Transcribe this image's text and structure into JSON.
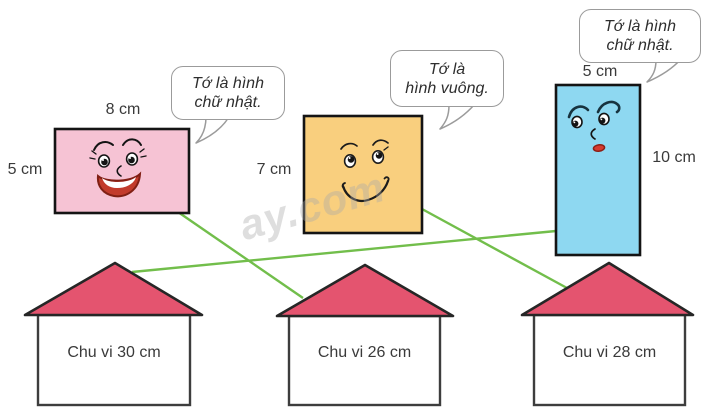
{
  "colors": {
    "pink": "#f6c3d4",
    "yellow": "#f9cf7e",
    "blue": "#8ed8f1",
    "roof": "#e4546f",
    "house_wall": "#ffffff",
    "line_green": "#72be4b",
    "bubble_border": "#9b9b9b",
    "mouth_red": "#c23b2c"
  },
  "shapes": {
    "pink_rectangle": {
      "top_label": "8 cm",
      "side_label": "5 cm",
      "bubble_line1": "Tớ là hình",
      "bubble_line2": "chữ nhật."
    },
    "yellow_square": {
      "side_label": "7 cm",
      "bubble_line1": "Tớ là",
      "bubble_line2": "hình vuông."
    },
    "blue_rectangle": {
      "top_label": "5 cm",
      "side_label": "10 cm",
      "bubble_line1": "Tớ là hình",
      "bubble_line2": "chữ nhật."
    }
  },
  "houses": [
    {
      "label": "Chu vi 30 cm"
    },
    {
      "label": "Chu vi 26 cm"
    },
    {
      "label": "Chu vi 28 cm"
    }
  ],
  "watermark": "ay.com"
}
